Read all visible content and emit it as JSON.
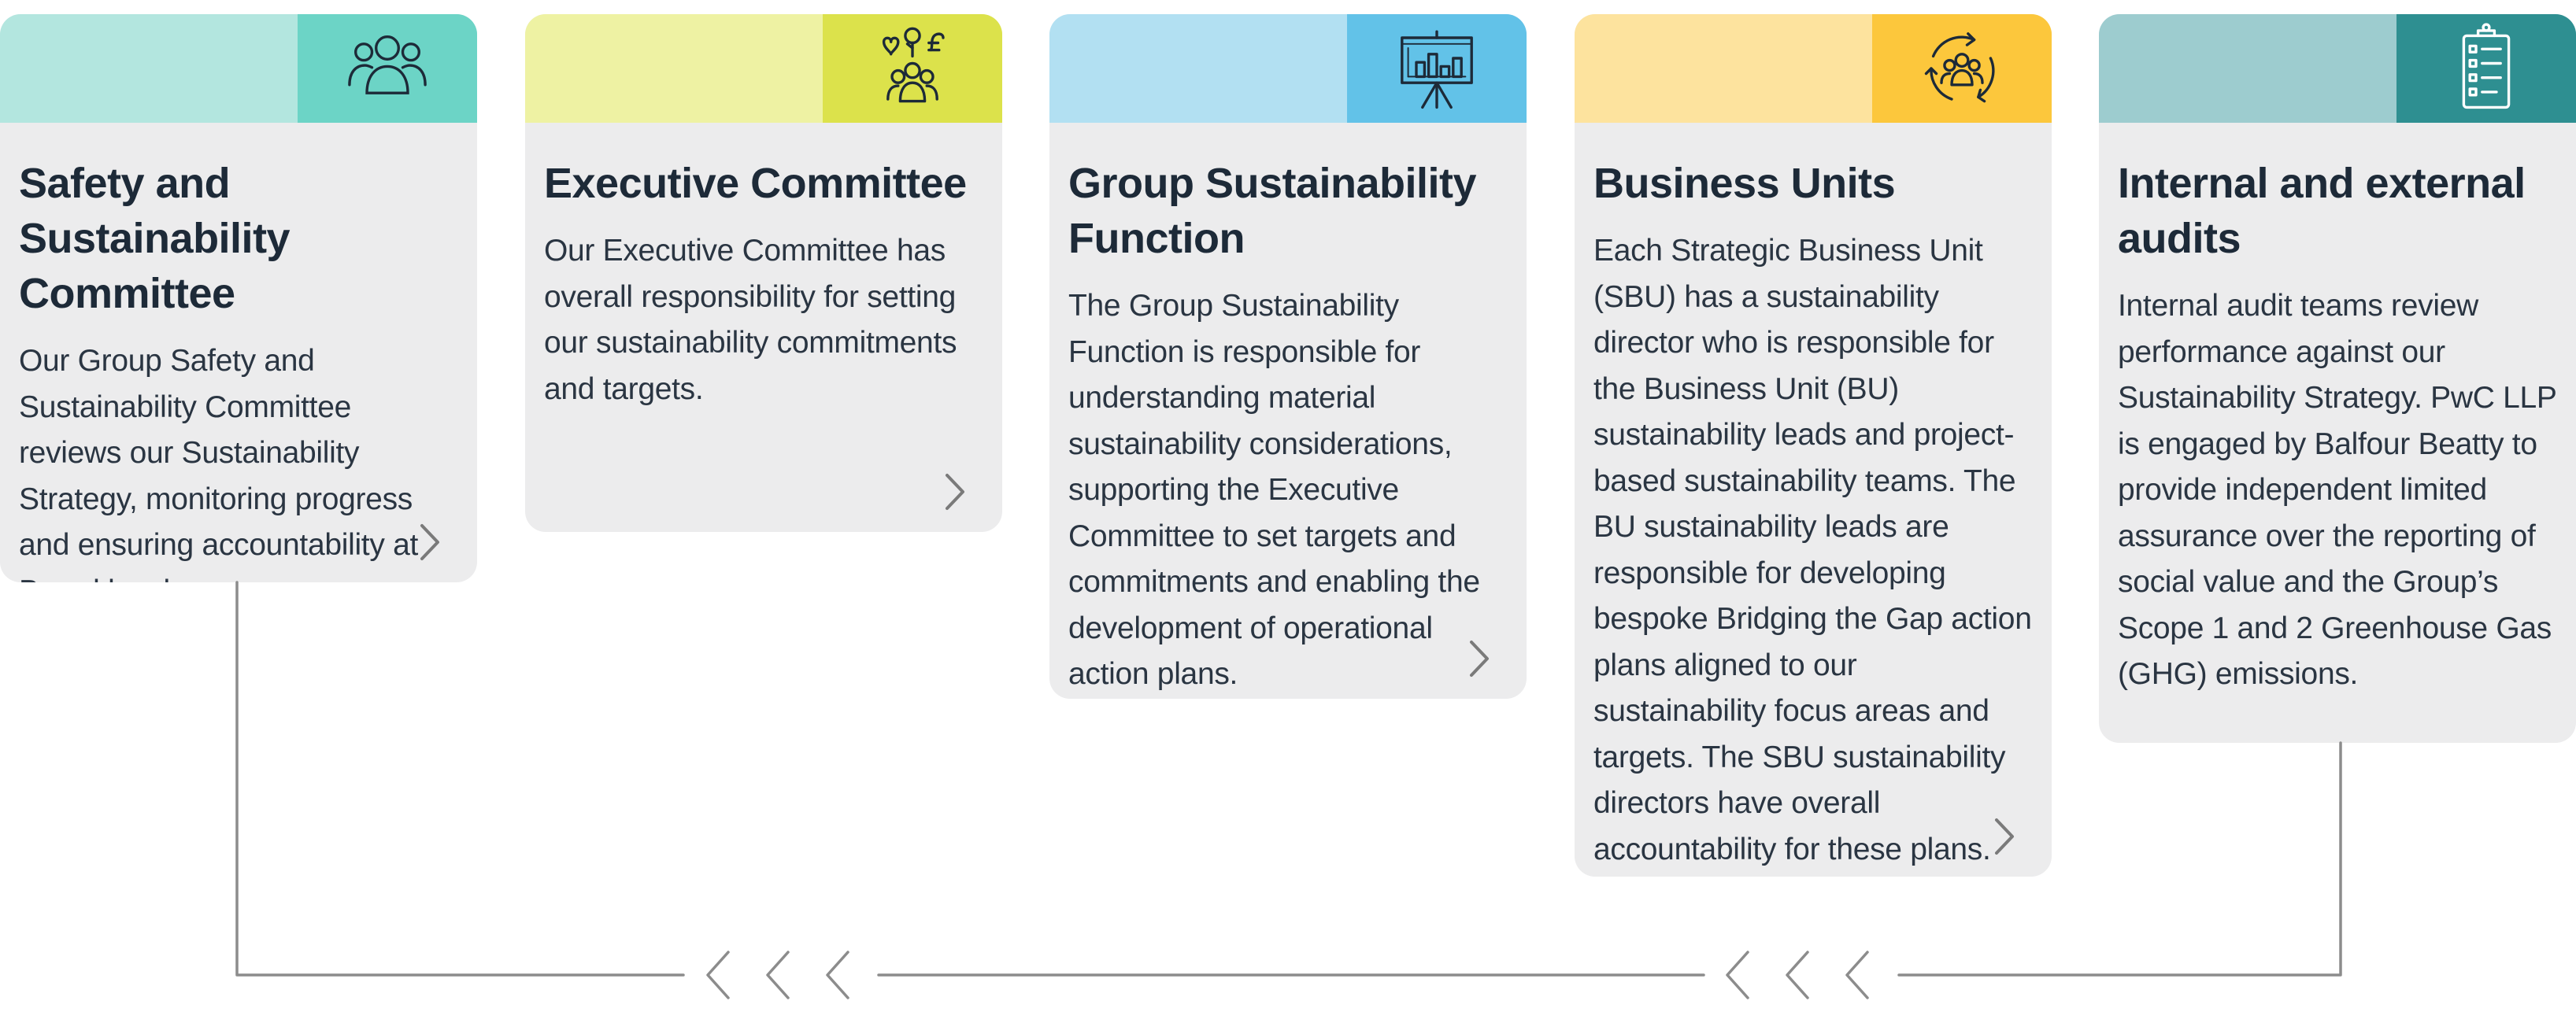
{
  "cards": [
    {
      "title": "Safety and Sustainability Committee",
      "body": "Our Group Safety and Sustainability Committee reviews our Sustainability Strategy, monitoring progress and ensuring accountability at Board level.",
      "icon": "people-group-icon",
      "header_light": "#b3e6df",
      "header_dark": "#6cd4c6"
    },
    {
      "title": "Executive Committee",
      "body": "Our Executive Committee has overall responsibility for setting our sustainability commitments and targets.",
      "icon": "committee-values-icon",
      "header_light": "#eef2a3",
      "header_dark": "#dce24b"
    },
    {
      "title": "Group Sustainability Function",
      "body": "The Group Sustainability Function is responsible for understanding material sustainability considerations, supporting the Executive Committee to set targets and commitments and enabling the development of operational action plans.",
      "icon": "presentation-chart-icon",
      "header_light": "#b2e0f2",
      "header_dark": "#62c2e8"
    },
    {
      "title": "Business Units",
      "body": "Each Strategic Business Unit (SBU) has a sustainability director who is responsible for the Business Unit (BU) sustainability leads and project-based sustainability teams. The BU sustainability leads are responsible for developing bespoke Bridging the Gap action plans aligned to our sustainability focus areas and targets. The SBU sustainability directors have overall accountability for these plans.",
      "icon": "team-cycle-icon",
      "header_light": "#fde39e",
      "header_dark": "#fcc73c"
    },
    {
      "title": "Internal and external audits",
      "body": "Internal audit teams review performance against our Sustainability Strategy. PwC LLP is engaged by Balfour Beatty to provide independent limited assurance over the reporting of social value and the Group’s Scope 1 and 2 Greenhouse Gas (GHG) emissions.",
      "icon": "clipboard-checklist-icon",
      "header_light": "#9dcccf",
      "header_dark": "#2e8f91"
    }
  ],
  "colors": {
    "card_bg": "#ececed",
    "title": "#1d2a38",
    "body": "#2a3542",
    "connector": "#8c8c8c"
  }
}
